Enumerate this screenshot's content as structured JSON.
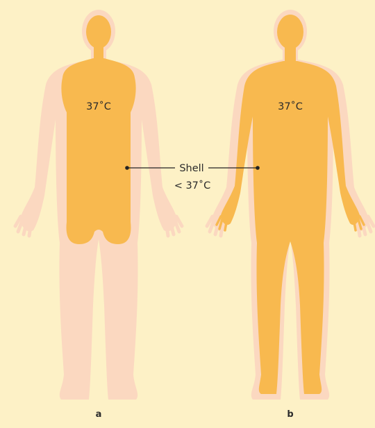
{
  "figure": {
    "colors": {
      "background": "#fdf1c6",
      "shell": "#fbd8c0",
      "core": "#f8b94f",
      "line": "#222222"
    },
    "panel_a": {
      "temp_label": "37˚C",
      "caption": "a"
    },
    "panel_b": {
      "temp_label": "37˚C",
      "caption": "b"
    },
    "shell_callout": {
      "line1": "Shell",
      "line2": "< 37˚C"
    }
  }
}
